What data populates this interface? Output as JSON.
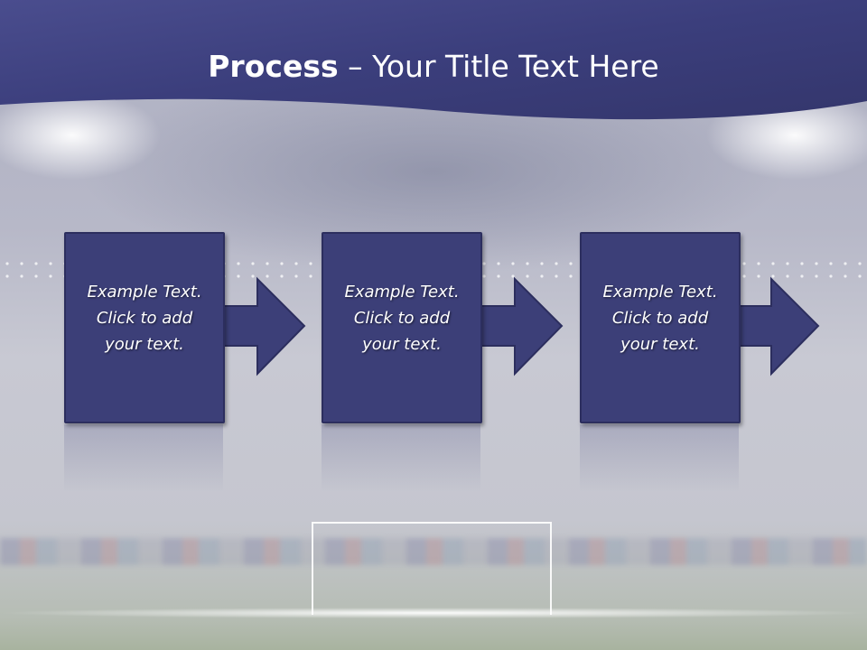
{
  "title": {
    "bold": "Process",
    "rest": " – Your Title Text Here"
  },
  "steps": [
    {
      "text": "Example Text.\nClick  to add\nyour text."
    },
    {
      "text": "Example Text.\nClick  to add\nyour text."
    },
    {
      "text": "Example Text.\nClick  to add\nyour text."
    }
  ],
  "colors": {
    "header": "#3a3c78",
    "box": "#3c3f78",
    "text": "#ffffff"
  }
}
